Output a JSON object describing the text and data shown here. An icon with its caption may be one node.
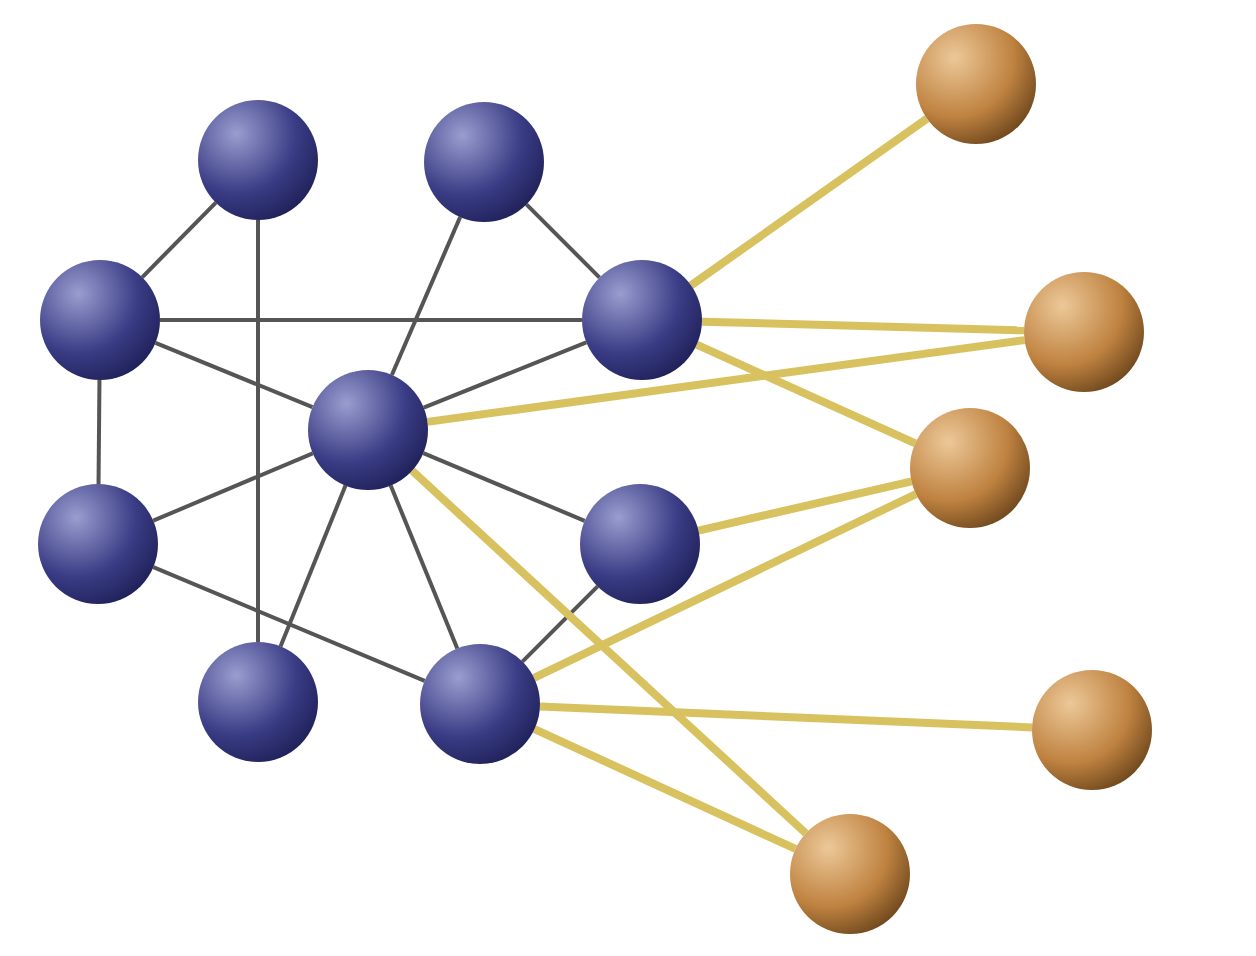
{
  "diagram": {
    "nodes": [
      {
        "text": [],
        "shape": "circle"
      },
      {
        "text": [],
        "shape": "circle"
      },
      {
        "text": [],
        "shape": "circle"
      },
      {
        "text": [],
        "shape": "circle"
      },
      {
        "text": [],
        "shape": "circle"
      },
      {
        "text": [],
        "shape": "circle"
      },
      {
        "text": [],
        "shape": "circle"
      },
      {
        "text": [],
        "shape": "circle"
      },
      {
        "text": [],
        "shape": "circle"
      },
      {
        "text": [],
        "shape": "circle"
      },
      {
        "text": [],
        "shape": "circle"
      },
      {
        "text": [],
        "shape": "circle"
      },
      {
        "text": [],
        "shape": "circle"
      },
      {
        "text": [],
        "shape": "circle"
      }
    ],
    "edges": [
      {
        "from": 1,
        "to": 3,
        "arrow": "none"
      },
      {
        "from": 1,
        "to": 10,
        "arrow": "none"
      },
      {
        "from": 2,
        "to": 6,
        "arrow": "none"
      },
      {
        "from": 2,
        "to": 4,
        "arrow": "none"
      },
      {
        "from": 3,
        "to": 4,
        "arrow": "none"
      },
      {
        "from": 3,
        "to": 6,
        "arrow": "none"
      },
      {
        "from": 3,
        "to": 8,
        "arrow": "none"
      },
      {
        "from": 4,
        "to": 6,
        "arrow": "none"
      },
      {
        "from": 6,
        "to": 8,
        "arrow": "none"
      },
      {
        "from": 6,
        "to": 10,
        "arrow": "none"
      },
      {
        "from": 6,
        "to": 11,
        "arrow": "none"
      },
      {
        "from": 6,
        "to": 9,
        "arrow": "none"
      },
      {
        "from": 8,
        "to": 11,
        "arrow": "none"
      },
      {
        "from": 9,
        "to": 11,
        "arrow": "none"
      },
      {
        "from": 4,
        "to": 0,
        "arrow": "none",
        "style": "thick",
        "color": "#d8c25f"
      },
      {
        "from": 4,
        "to": 5,
        "arrow": "none",
        "style": "thick",
        "color": "#d8c25f"
      },
      {
        "from": 4,
        "to": 7,
        "arrow": "none",
        "style": "thick",
        "color": "#d8c25f"
      },
      {
        "from": 6,
        "to": 5,
        "arrow": "none",
        "style": "thick",
        "color": "#d8c25f"
      },
      {
        "from": 6,
        "to": 13,
        "arrow": "none",
        "style": "thick",
        "color": "#d8c25f"
      },
      {
        "from": 9,
        "to": 7,
        "arrow": "none",
        "style": "thick",
        "color": "#d8c25f"
      },
      {
        "from": 11,
        "to": 7,
        "arrow": "none",
        "style": "thick",
        "color": "#d8c25f"
      },
      {
        "from": 11,
        "to": 12,
        "arrow": "none",
        "style": "thick",
        "color": "#d8c25f"
      },
      {
        "from": 11,
        "to": 13,
        "arrow": "none",
        "style": "thick",
        "color": "#d8c25f"
      }
    ]
  }
}
